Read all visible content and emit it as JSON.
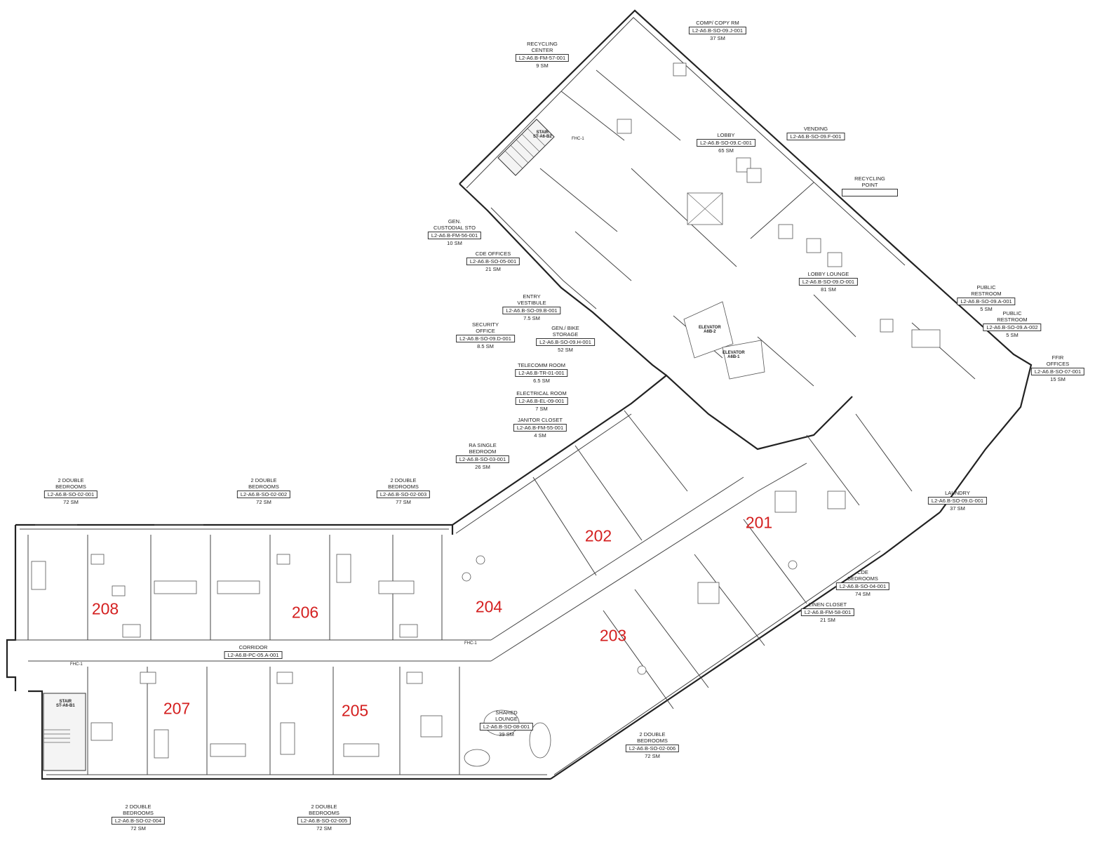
{
  "units": [
    {
      "id": "u201",
      "label": "201"
    },
    {
      "id": "u202",
      "label": "202"
    },
    {
      "id": "u203",
      "label": "203"
    },
    {
      "id": "u204",
      "label": "204"
    },
    {
      "id": "u205",
      "label": "205"
    },
    {
      "id": "u206",
      "label": "206"
    },
    {
      "id": "u207",
      "label": "207"
    },
    {
      "id": "u208",
      "label": "208"
    }
  ],
  "rooms": [
    {
      "name": "COMP/ COPY RM",
      "code": "L2-A6.B-SO-09.J-001",
      "area": "37 SM"
    },
    {
      "name": "RECYCLING\nCENTER",
      "code": "L2-A6.B-FM-57-001",
      "area": "9 SM"
    },
    {
      "name": "VENDING",
      "code": "L2-A6.B-SO-09.F-001",
      "area": ""
    },
    {
      "name": "LOBBY",
      "code": "L2-A6.B-SO-09.C-001",
      "area": "65 SM"
    },
    {
      "name": "RECYCLING\nPOINT",
      "code": "",
      "area": ""
    },
    {
      "name": "GEN.\nCUSTODIAL STO",
      "code": "L2-A6.B-FM-56-001",
      "area": "10 SM"
    },
    {
      "name": "CDE OFFICES",
      "code": "L2-A6.B-SO-05-001",
      "area": "21 SM"
    },
    {
      "name": "LOBBY LOUNGE",
      "code": "L2-A6.B-SO-09.O-001",
      "area": "81 SM"
    },
    {
      "name": "PUBLIC\nRESTROOM",
      "code": "L2-A6.B-SO-09.A-001",
      "area": "5 SM"
    },
    {
      "name": "PUBLIC\nRESTROOM",
      "code": "L2-A6.B-SO-09.A-002",
      "area": "5 SM"
    },
    {
      "name": "ENTRY\nVESTIBULE",
      "code": "L2-A6.B-SO-09.B-001",
      "area": "7.5 SM"
    },
    {
      "name": "SECURITY\nOFFICE",
      "code": "L2-A6.B-SO-09.D-001",
      "area": "8.5 SM"
    },
    {
      "name": "GEN./ BIKE\nSTORAGE",
      "code": "L2-A6.B-SO-09.H-001",
      "area": "52 SM"
    },
    {
      "name": "FFIR\nOFFICES",
      "code": "L2-A6.B-SO-07-001",
      "area": "15 SM"
    },
    {
      "name": "TELECOMM ROOM",
      "code": "L2-A6.B-TR-01-001",
      "area": "6.5 SM"
    },
    {
      "name": "ELECTRICAL ROOM",
      "code": "L2-A6.B-EL-09-001",
      "area": "7 SM"
    },
    {
      "name": "JANITOR CLOSET",
      "code": "L2-A6.B-FM-55-001",
      "area": "4 SM"
    },
    {
      "name": "RA SINGLE\nBEDROOM",
      "code": "L2-A6.B-SO-03-001",
      "area": "26 SM"
    },
    {
      "name": "2 DOUBLE\nBEDROOMS",
      "code": "L2-A6.B-SO-02-001",
      "area": "72 SM"
    },
    {
      "name": "2 DOUBLE\nBEDROOMS",
      "code": "L2-A6.B-SO-02-002",
      "area": "72 SM"
    },
    {
      "name": "2 DOUBLE\nBEDROOMS",
      "code": "L2-A6.B-SO-02-003",
      "area": "77 SM"
    },
    {
      "name": "LAUNDRY",
      "code": "L2-A6.B-SO-09.G-001",
      "area": "37 SM"
    },
    {
      "name": "CDE\nBEDROOMS",
      "code": "L2-A6.B-SO-04-001",
      "area": "74 SM"
    },
    {
      "name": "LINEN CLOSET",
      "code": "L2-A6.B-FM-58-001",
      "area": "21 SM"
    },
    {
      "name": "CORRIDOR",
      "code": "L2-A6.B-PC-05.A-001",
      "area": ""
    },
    {
      "name": "SHARED\nLOUNGE",
      "code": "L2-A6.B-SO-08-001",
      "area": "39 SM"
    },
    {
      "name": "2 DOUBLE\nBEDROOMS",
      "code": "L2-A6.B-SO-02-006",
      "area": "72 SM"
    },
    {
      "name": "2 DOUBLE\nBEDROOMS",
      "code": "L2-A6.B-SO-02-004",
      "area": "72 SM"
    },
    {
      "name": "2 DOUBLE\nBEDROOMS",
      "code": "L2-A6.B-SO-02-005",
      "area": "72 SM"
    }
  ],
  "tags": [
    {
      "id": "stair2",
      "text": "STAIR\nST-A6-B2"
    },
    {
      "id": "stair1",
      "text": "STAIR\nST-A6-B1"
    },
    {
      "id": "elev2",
      "text": "ELEVATOR\nA6B-2"
    },
    {
      "id": "elev1",
      "text": "ELEVATOR\nA6B-1"
    },
    {
      "id": "fhc1a",
      "text": "FHC-1"
    },
    {
      "id": "fhc1b",
      "text": "FHC-1"
    },
    {
      "id": "fhc1c",
      "text": "FHC-1"
    }
  ]
}
